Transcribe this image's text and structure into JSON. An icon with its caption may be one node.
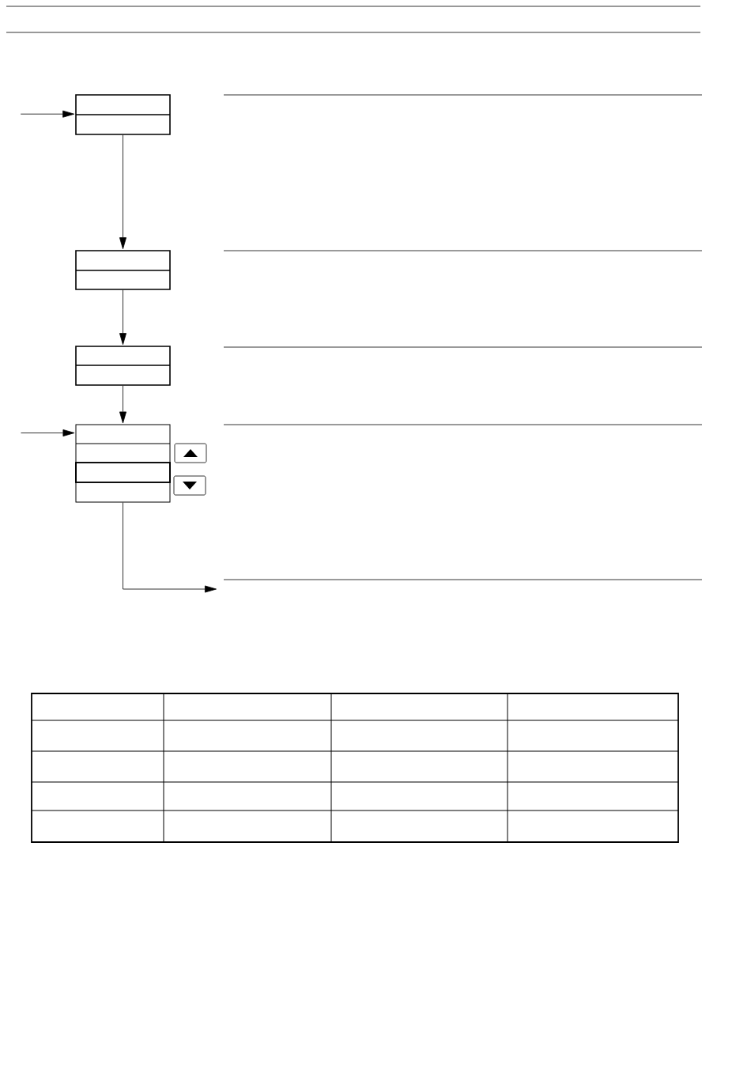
{
  "diagram": {
    "nodes": [
      {
        "text": [],
        "shape": "box"
      },
      {
        "text": [],
        "shape": "box"
      },
      {
        "text": [],
        "shape": "box"
      },
      {
        "text": [],
        "shape": "box"
      }
    ],
    "edges": [
      {
        "from": null,
        "to": 0,
        "arrow": "to"
      },
      {
        "from": 0,
        "to": 1,
        "arrow": "to"
      },
      {
        "from": 1,
        "to": 2,
        "arrow": "to"
      },
      {
        "from": 2,
        "to": 3,
        "arrow": "to"
      },
      {
        "from": null,
        "to": 3,
        "arrow": "to"
      },
      {
        "from": 3,
        "to": null,
        "arrow": "to"
      }
    ]
  }
}
